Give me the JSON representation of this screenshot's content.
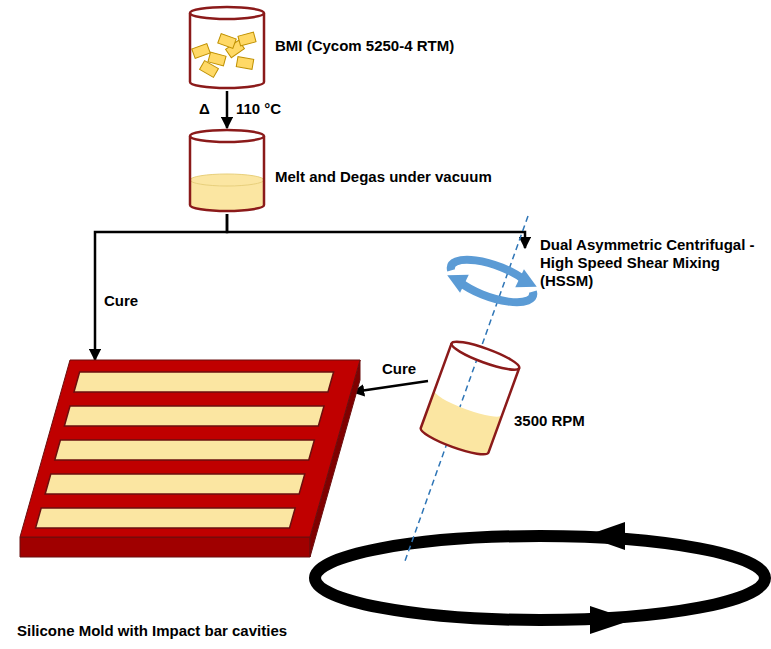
{
  "diagram": {
    "nodes": [
      {
        "text": [
          "BMI (Cycom 5250-4 RTM)"
        ]
      },
      {
        "text": [
          "Melt and Degas under vacuum"
        ]
      },
      {
        "text": [
          "Dual Asymmetric Centrifugal - High Speed Shear Mixing (HSSM)"
        ]
      },
      {
        "text": [
          "Silicone Mold with Impact bar cavities"
        ]
      }
    ],
    "edges": [
      {
        "from": 0,
        "to": 1,
        "label": "110 °C",
        "arrow": "to"
      },
      {
        "from": 1,
        "to": 3,
        "label": "Cure",
        "arrow": "to"
      },
      {
        "from": 1,
        "to": 2,
        "arrow": "to"
      },
      {
        "from": 2,
        "to": 3,
        "label": "Cure",
        "arrow": "to"
      }
    ],
    "labels": [
      "Δ",
      "3500 RPM"
    ]
  }
}
